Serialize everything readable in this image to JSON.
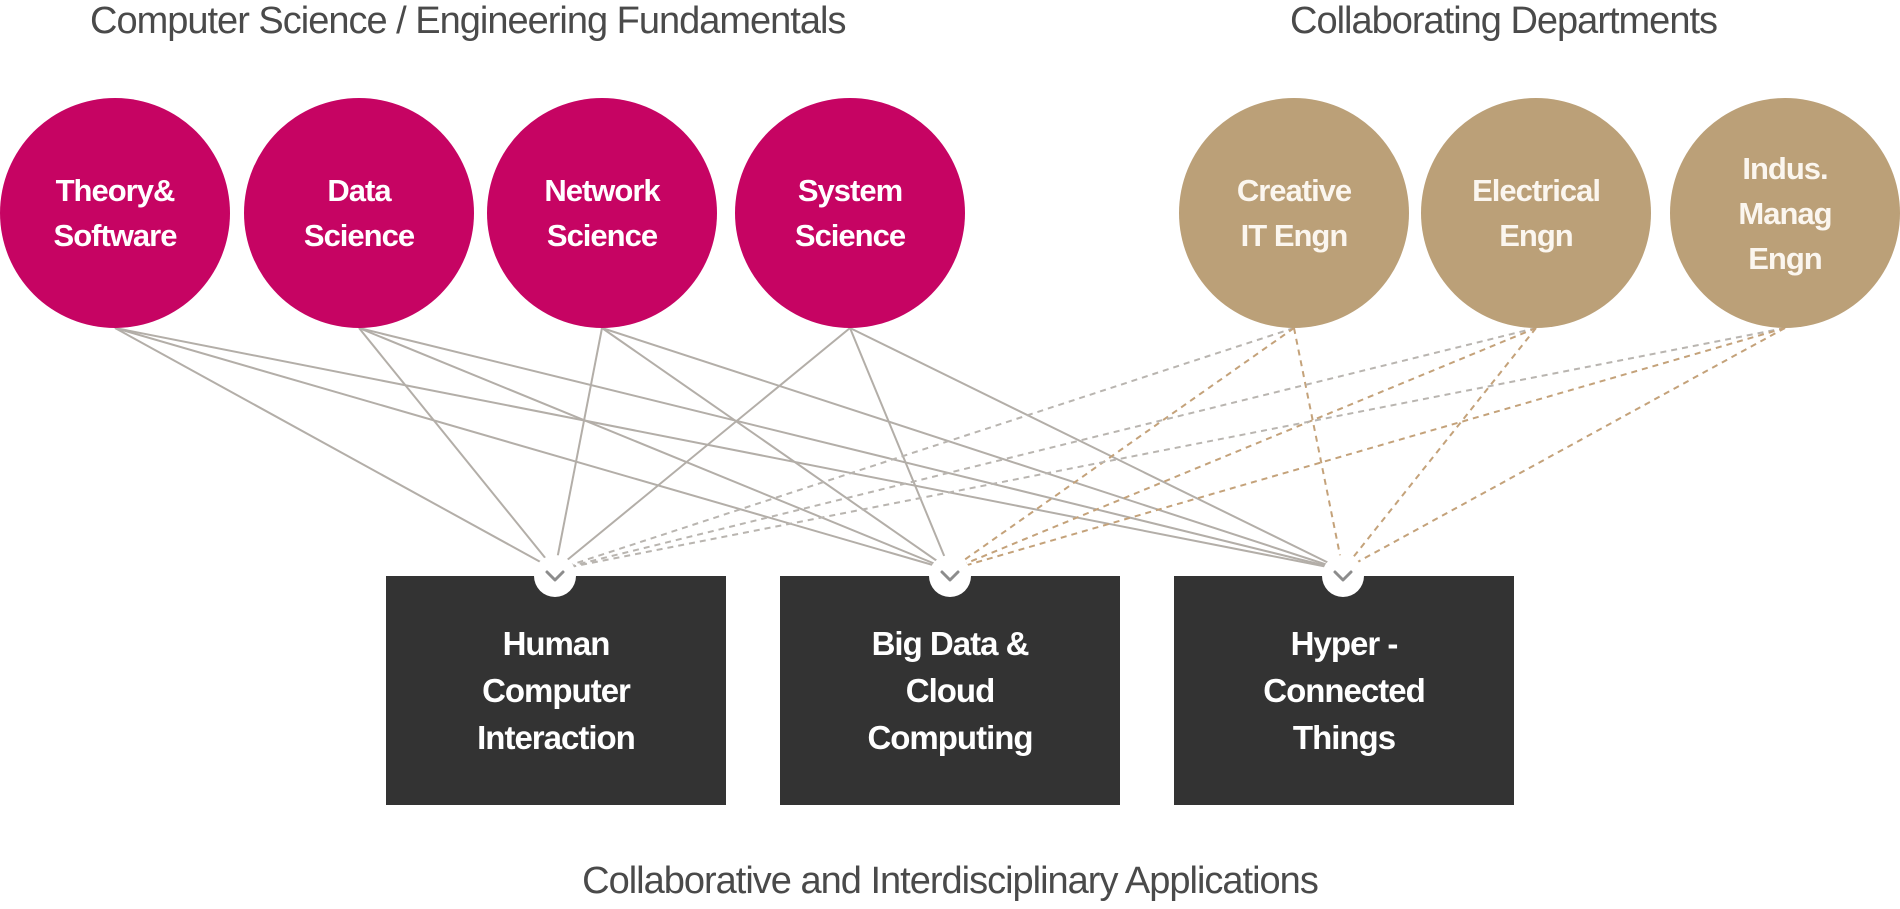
{
  "headings": {
    "fundamentals": "Computer Science / Engineering Fundamentals",
    "collaborating": "Collaborating Departments",
    "applications": "Collaborative and Interdisciplinary Applications"
  },
  "core_areas": [
    {
      "label": "Theory&\nSoftware"
    },
    {
      "label": "Data\nScience"
    },
    {
      "label": "Network\nScience"
    },
    {
      "label": "System\nScience"
    }
  ],
  "departments": [
    {
      "label": "Creative\nIT Engn"
    },
    {
      "label": "Electrical\nEngn"
    },
    {
      "label": "Indus.\nManag\nEngn"
    }
  ],
  "applications": [
    {
      "label": "Human\nComputer\nInteraction"
    },
    {
      "label": "Big Data &\nCloud\nComputing"
    },
    {
      "label": "Hyper -\nConnected\nThings"
    }
  ],
  "colors": {
    "core": "#c60463",
    "department": "#bba078",
    "application": "#333333",
    "solid_line": "#b3aea8",
    "dashed_line_gray": "#b9b5b0",
    "dashed_line_tan": "#c4a27a"
  },
  "icons": {
    "connector": "chevron-down-icon"
  }
}
